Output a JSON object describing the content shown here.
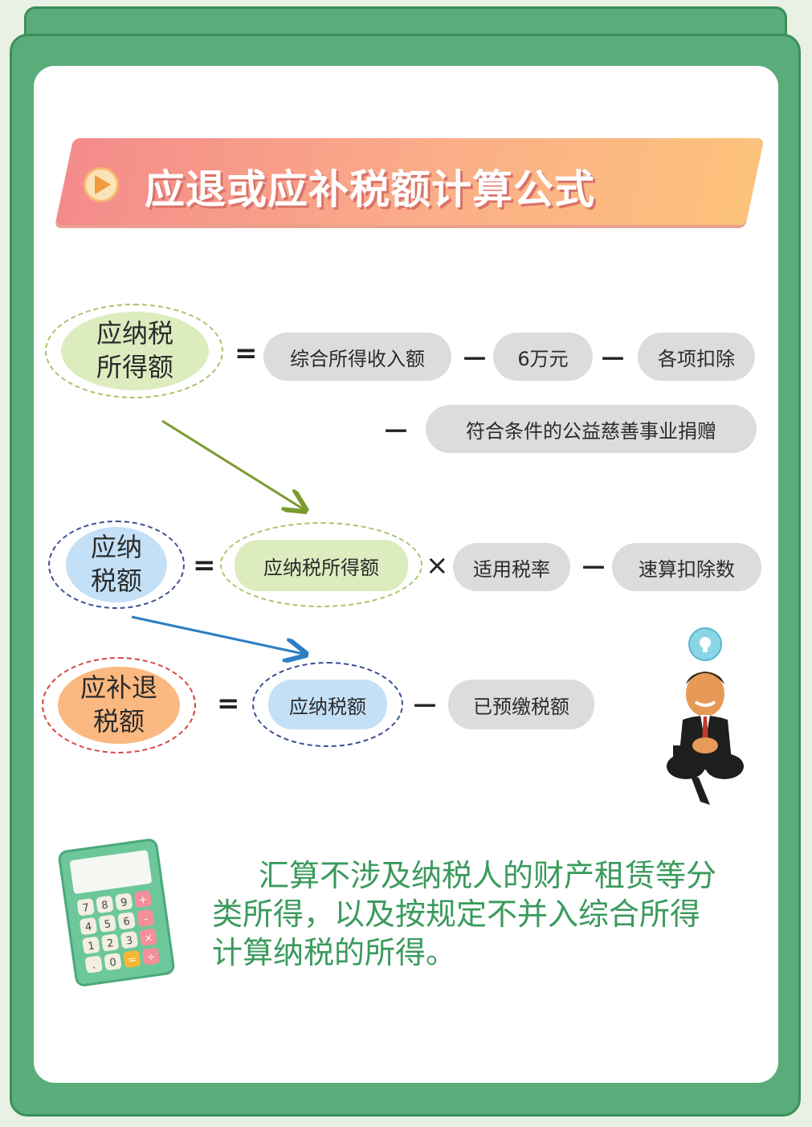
{
  "title": "应退或应补税额计算公式",
  "formula1": {
    "lhs": "应纳税\n所得额",
    "eq": "=",
    "terms": [
      "综合所得收入额",
      "6万元",
      "各项扣除",
      "符合条件的公益慈善事业捐赠"
    ],
    "ops": [
      "－",
      "－",
      "－"
    ]
  },
  "formula2": {
    "lhs": "应纳\n税额",
    "eq": "=",
    "first": "应纳税所得额",
    "times": "×",
    "rate": "适用税率",
    "minus": "－",
    "deduction": "速算扣除数"
  },
  "formula3": {
    "lhs": "应补退\n税额",
    "eq": "=",
    "first": "应纳税额",
    "minus": "－",
    "paid": "已预缴税额"
  },
  "note_lines": [
    "汇算不涉及纳税人的财产租赁等分",
    "类所得，以及按规定不并入综合所得",
    "计算纳税的所得。"
  ],
  "calculator_keys": [
    "7",
    "8",
    "9",
    "+",
    "4",
    "5",
    "6",
    "-",
    "1",
    "2",
    "3",
    "×",
    ".",
    "0",
    "=",
    "÷"
  ],
  "colors": {
    "frame": "#5aad7a",
    "banner_start": "#f48b8b",
    "banner_end": "#fcc27b",
    "green_oval": "#ddecbf",
    "blue_oval": "#c3e0f7",
    "orange_oval": "#fbb880",
    "pill": "#dcdcdc",
    "note_text": "#3a9a5c"
  }
}
